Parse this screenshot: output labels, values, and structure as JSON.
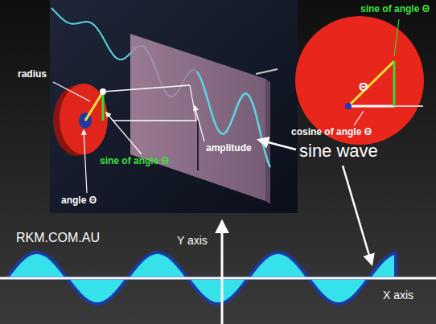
{
  "diagram": {
    "labels": [
      "radius",
      "angle Θ",
      "sine of angle Θ",
      "amplitude",
      "sine of angle Θ",
      "Θ",
      "cosine of angle Θ",
      "sine wave",
      "RKM.COM.AU",
      "Y axis",
      "X axis"
    ]
  }
}
